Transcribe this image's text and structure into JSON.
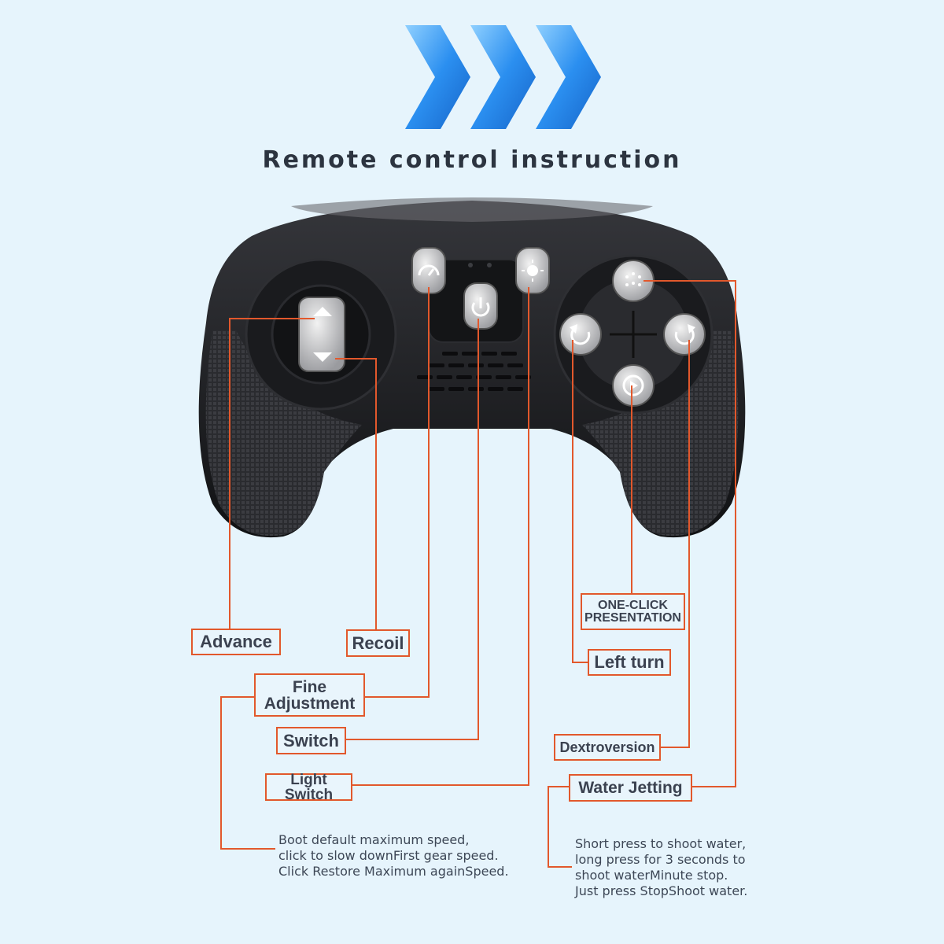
{
  "title": "Remote control instruction",
  "colors": {
    "background": "#e6f4fc",
    "accent": "#e2582c",
    "chevron": "#2b8ff0",
    "controller": "#1c1d20"
  },
  "icons": {
    "top": "triple-chevron-right-icon",
    "joystick_up": "triangle-up-icon",
    "joystick_down": "triangle-down-icon",
    "fine_adjustment": "speedometer-icon",
    "power": "power-icon",
    "light": "sun-icon",
    "water": "water-spray-icon",
    "left_turn": "rotate-left-icon",
    "right_turn": "rotate-right-icon",
    "demo": "play-circle-icon"
  },
  "labels": {
    "advance": "Advance",
    "recoil": "Recoil",
    "fine_1": "Fine",
    "fine_2": "Adjustment",
    "switch": "Switch",
    "light_switch": "Light Switch",
    "one_click_1": "ONE-CLICK",
    "one_click_2": "PRESENTATION",
    "left_turn": "Left turn",
    "dextroversion": "Dextroversion",
    "water_jetting": "Water Jetting"
  },
  "notes": {
    "speed": "Boot default maximum speed,\nclick to slow downFirst gear speed.\nClick Restore Maximum againSpeed.",
    "water": "Short press to shoot water,\nlong press for 3 seconds to\nshoot waterMinute stop.\nJust press StopShoot water."
  }
}
